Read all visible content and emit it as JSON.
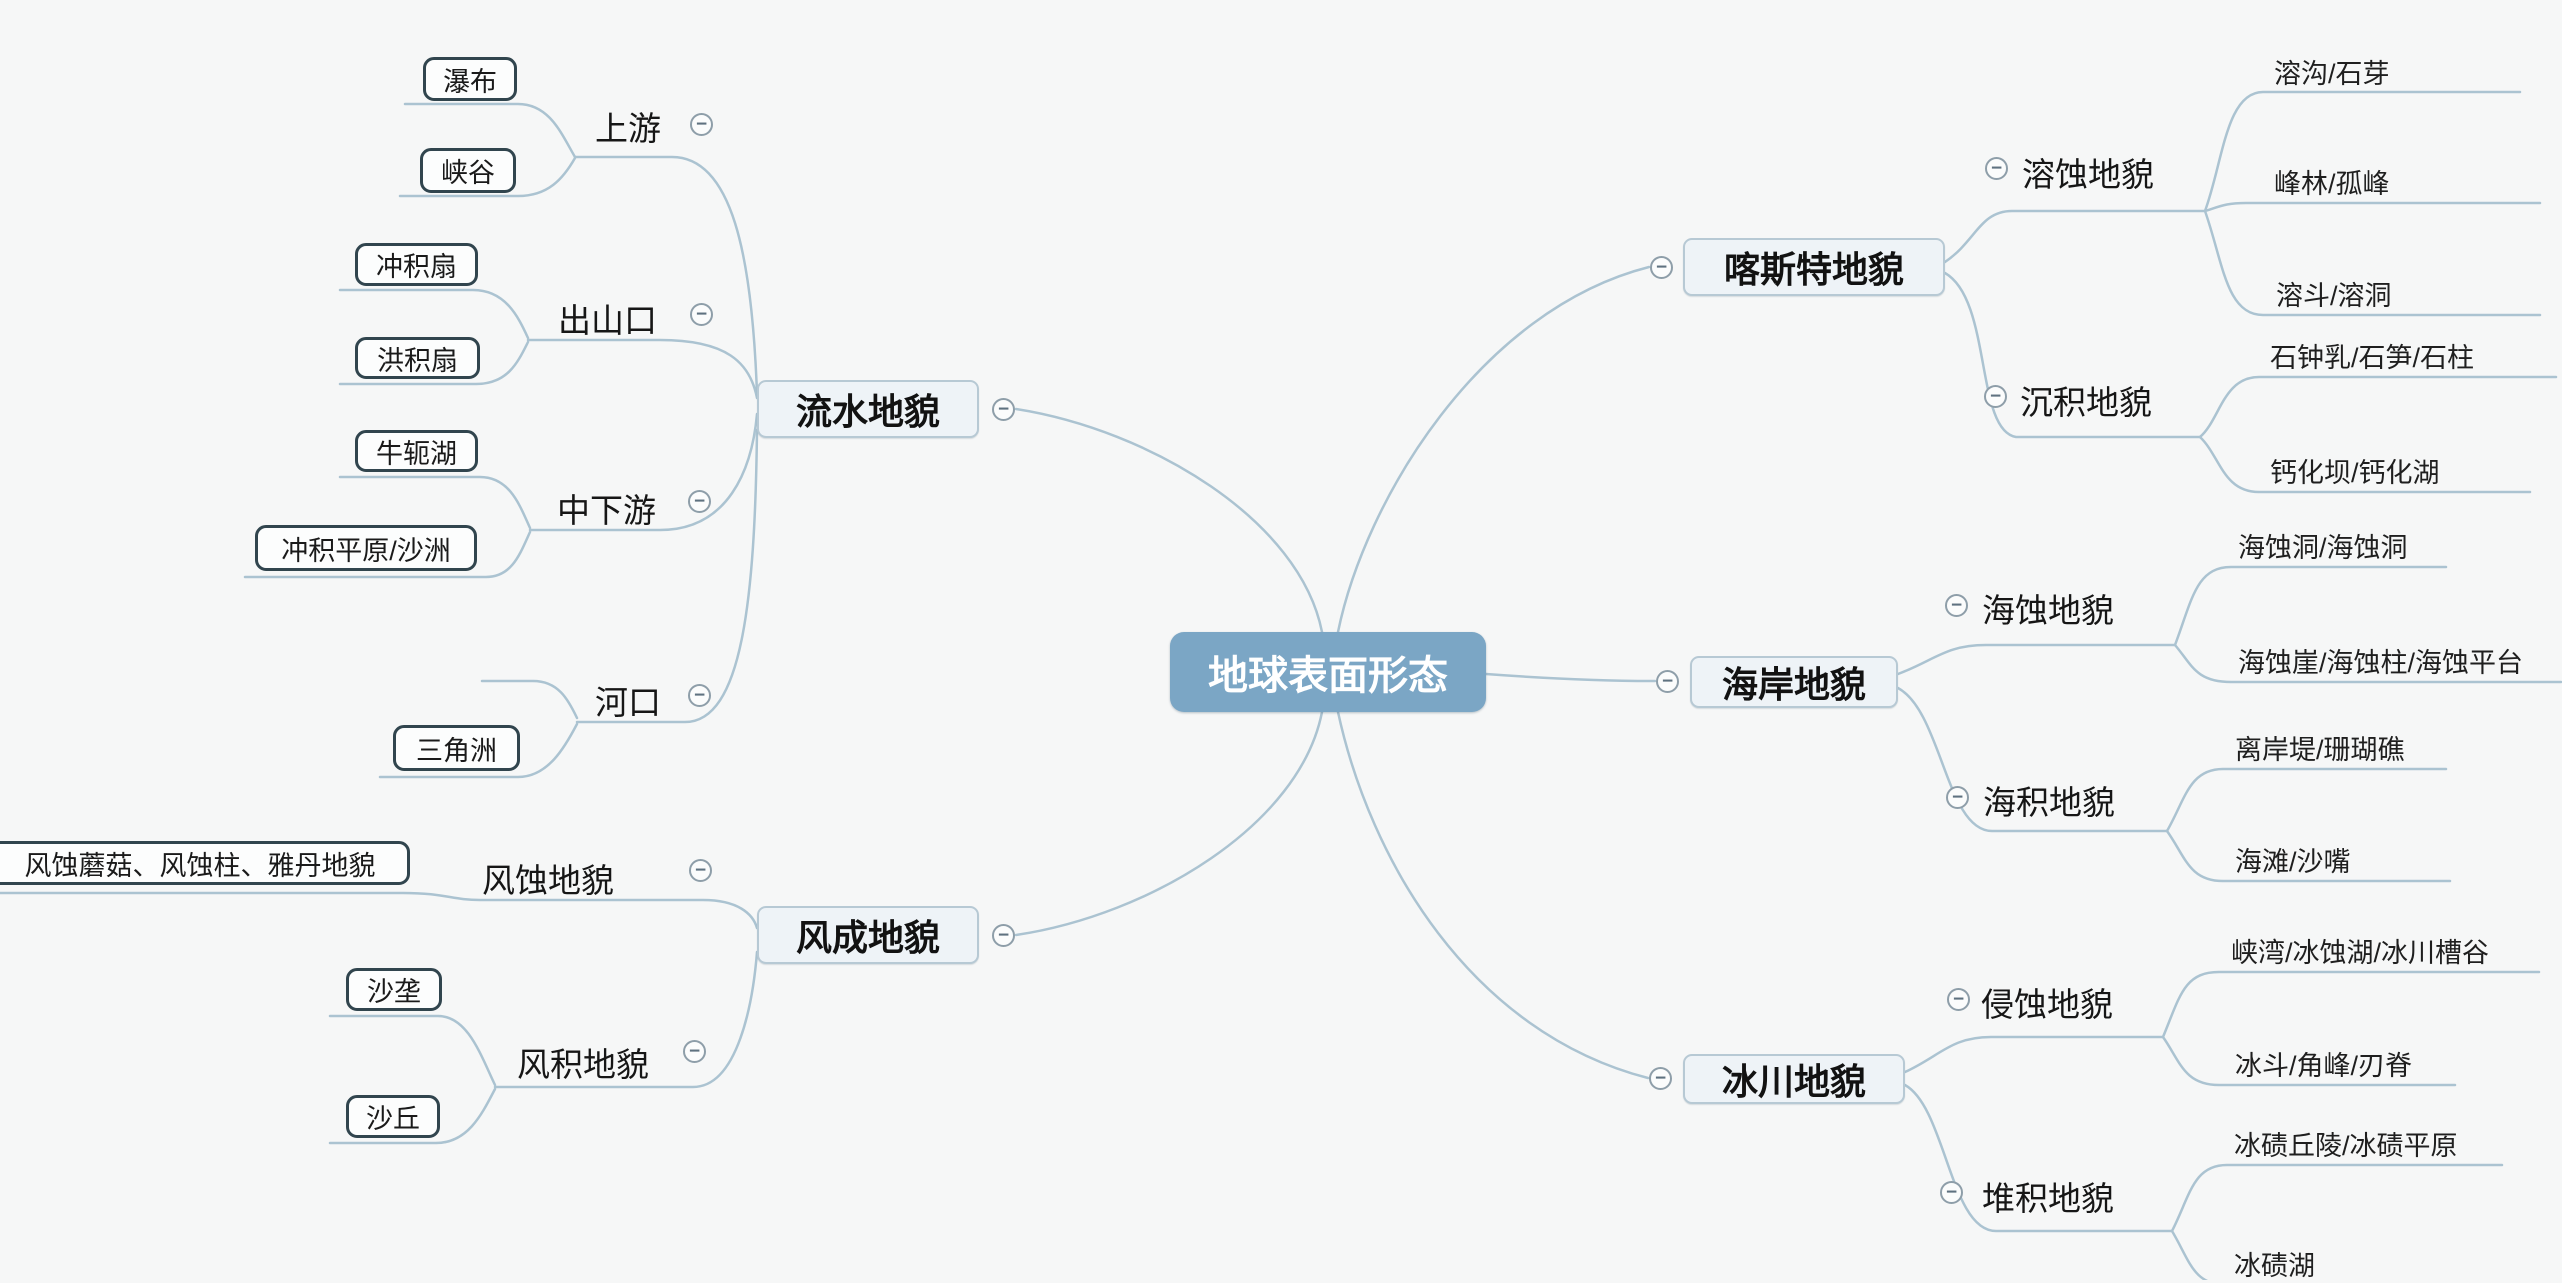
{
  "root": {
    "label": "地球表面形态"
  },
  "icons": {
    "collapse": "−"
  },
  "colors": {
    "background": "#f6f7f7",
    "root_fill": "#7ba6c5",
    "root_text": "#ffffff",
    "branch_fill": "#eef3f7",
    "branch_border": "#b7c9d4",
    "leaf_border": "#31454e",
    "connector": "#abc3d1"
  },
  "branches": [
    {
      "label": "流水地貌",
      "children": [
        {
          "label": "上游",
          "children": [
            {
              "label": "瀑布"
            },
            {
              "label": "峡谷"
            }
          ]
        },
        {
          "label": "出山口",
          "children": [
            {
              "label": "冲积扇"
            },
            {
              "label": "洪积扇"
            }
          ]
        },
        {
          "label": "中下游",
          "children": [
            {
              "label": "牛轭湖"
            },
            {
              "label": "冲积平原/沙洲"
            }
          ]
        },
        {
          "label": "河口",
          "children": [
            {
              "label": "三角洲"
            }
          ]
        }
      ]
    },
    {
      "label": "风成地貌",
      "children": [
        {
          "label": "风蚀地貌",
          "children": [
            {
              "label": "风蚀蘑菇、风蚀柱、雅丹地貌"
            }
          ]
        },
        {
          "label": "风积地貌",
          "children": [
            {
              "label": "沙垄"
            },
            {
              "label": "沙丘"
            }
          ]
        }
      ]
    },
    {
      "label": "喀斯特地貌",
      "children": [
        {
          "label": "溶蚀地貌",
          "children": [
            {
              "label": "溶沟/石芽"
            },
            {
              "label": "峰林/孤峰"
            },
            {
              "label": "溶斗/溶洞"
            }
          ]
        },
        {
          "label": "沉积地貌",
          "children": [
            {
              "label": "石钟乳/石笋/石柱"
            },
            {
              "label": "钙化坝/钙化湖"
            }
          ]
        }
      ]
    },
    {
      "label": "海岸地貌",
      "children": [
        {
          "label": "海蚀地貌",
          "children": [
            {
              "label": "海蚀洞/海蚀洞"
            },
            {
              "label": "海蚀崖/海蚀柱/海蚀平台"
            }
          ]
        },
        {
          "label": "海积地貌",
          "children": [
            {
              "label": "离岸堤/珊瑚礁"
            },
            {
              "label": "海滩/沙嘴"
            }
          ]
        }
      ]
    },
    {
      "label": "冰川地貌",
      "children": [
        {
          "label": "侵蚀地貌",
          "children": [
            {
              "label": "峡湾/冰蚀湖/冰川槽谷"
            },
            {
              "label": "冰斗/角峰/刃脊"
            }
          ]
        },
        {
          "label": "堆积地貌",
          "children": [
            {
              "label": "冰碛丘陵/冰碛平原"
            },
            {
              "label": "冰碛湖"
            }
          ]
        }
      ]
    }
  ]
}
